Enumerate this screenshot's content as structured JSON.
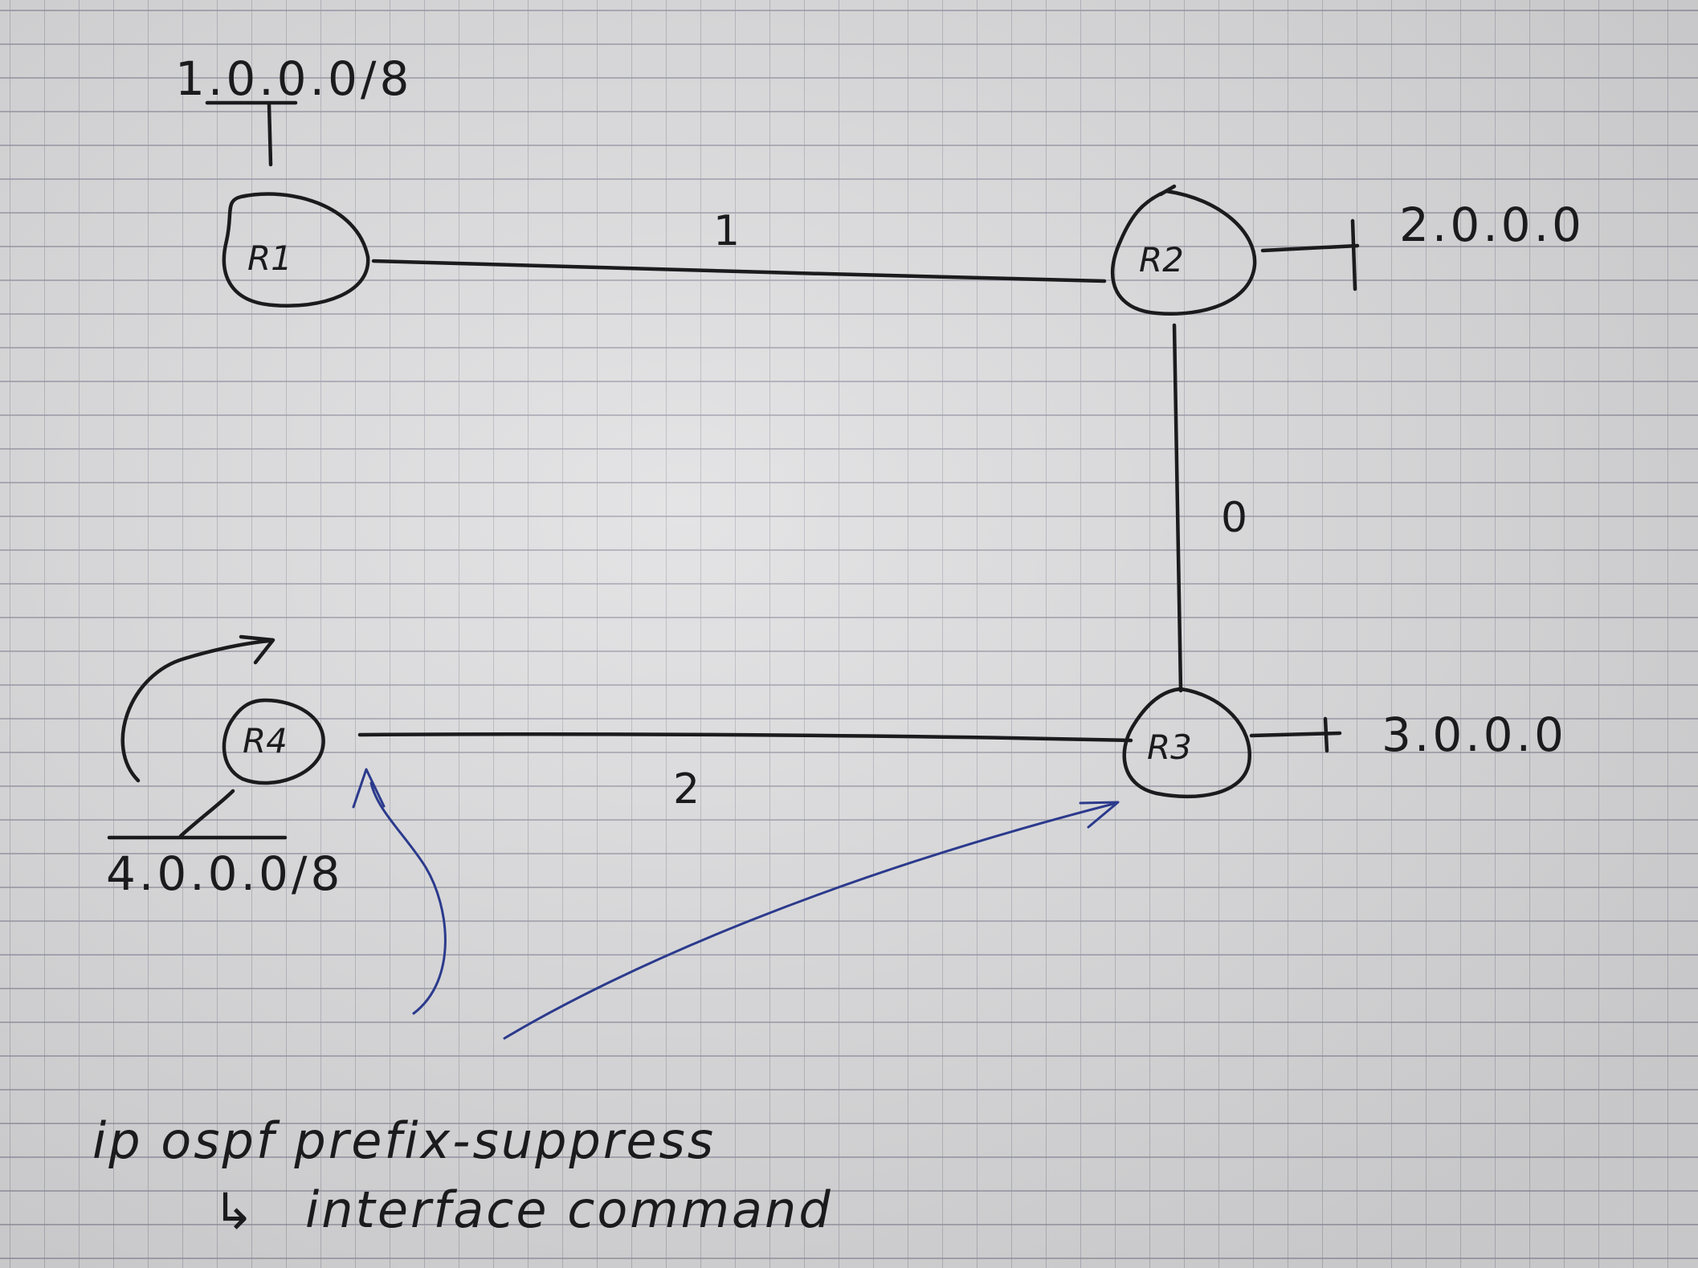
{
  "diagram": {
    "routers": [
      {
        "id": "r1",
        "label": "R1"
      },
      {
        "id": "r2",
        "label": "R2"
      },
      {
        "id": "r3",
        "label": "R3"
      },
      {
        "id": "r4",
        "label": "R4"
      }
    ],
    "networks": [
      {
        "id": "net1",
        "label": "1.0.0.0/8",
        "router": "R1"
      },
      {
        "id": "net2",
        "label": "2.0.0.0",
        "router": "R2"
      },
      {
        "id": "net3",
        "label": "3.0.0.0",
        "router": "R3"
      },
      {
        "id": "net4",
        "label": "4.0.0.0/8",
        "router": "R4"
      }
    ],
    "links": [
      {
        "from": "R1",
        "to": "R2",
        "cost": "1"
      },
      {
        "from": "R2",
        "to": "R3",
        "cost": "0"
      },
      {
        "from": "R4",
        "to": "R3",
        "cost": "2"
      }
    ],
    "notes": {
      "line1": "ip ospf prefix-suppress",
      "line2_arrow": "↳",
      "line2": "interface command"
    },
    "ink_color": "#1b1b1d",
    "annotation_color": "#2b3a8c"
  }
}
